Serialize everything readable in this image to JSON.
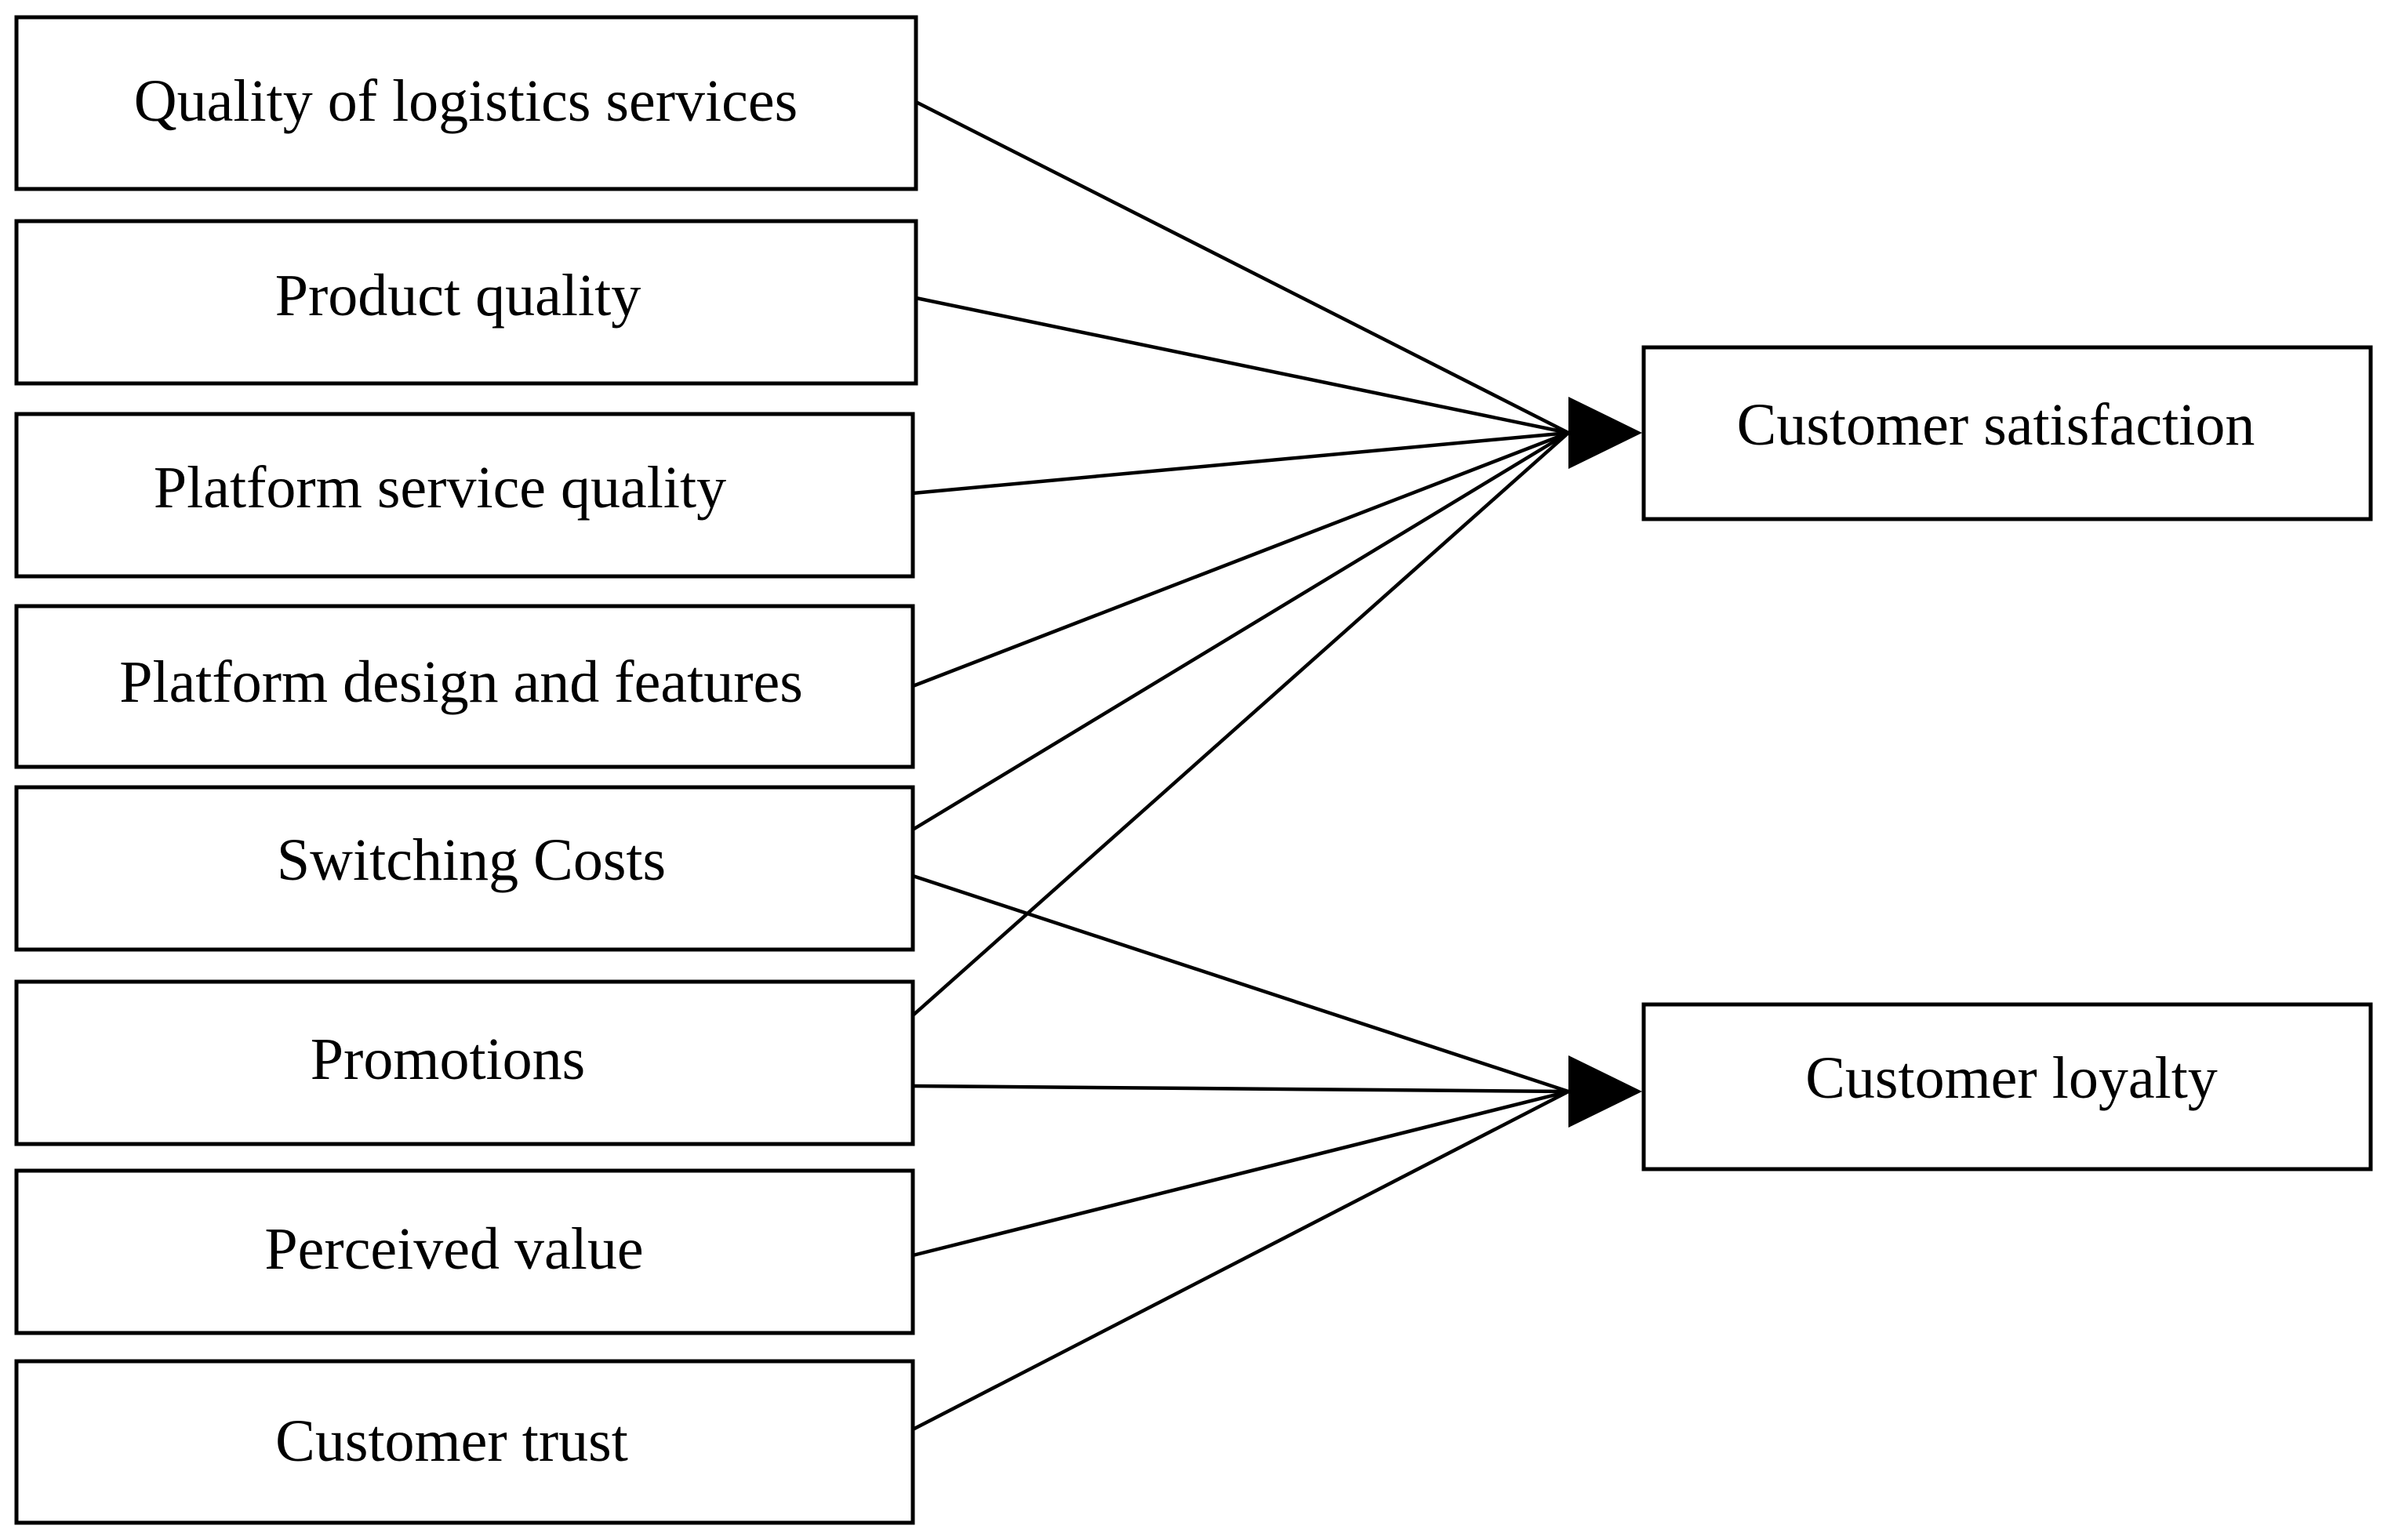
{
  "diagram": {
    "sources": [
      {
        "id": "logistics",
        "label": "Quality of logistics services"
      },
      {
        "id": "product",
        "label": "Product quality"
      },
      {
        "id": "platform-service",
        "label": "Platform service quality"
      },
      {
        "id": "platform-design",
        "label": "Platform design and features"
      },
      {
        "id": "switching",
        "label": "Switching Costs"
      },
      {
        "id": "promotions",
        "label": "Promotions"
      },
      {
        "id": "perceived-value",
        "label": "Perceived value"
      },
      {
        "id": "trust",
        "label": "Customer trust"
      }
    ],
    "targets": [
      {
        "id": "satisfaction",
        "label": "Customer satisfaction"
      },
      {
        "id": "loyalty",
        "label": "Customer loyalty"
      }
    ],
    "edges": [
      {
        "from": "logistics",
        "to": "satisfaction"
      },
      {
        "from": "product",
        "to": "satisfaction"
      },
      {
        "from": "platform-service",
        "to": "satisfaction"
      },
      {
        "from": "platform-design",
        "to": "satisfaction"
      },
      {
        "from": "switching",
        "to": "satisfaction"
      },
      {
        "from": "promotions",
        "to": "satisfaction"
      },
      {
        "from": "switching",
        "to": "loyalty"
      },
      {
        "from": "promotions",
        "to": "loyalty"
      },
      {
        "from": "perceived-value",
        "to": "loyalty"
      },
      {
        "from": "trust",
        "to": "loyalty"
      }
    ]
  }
}
